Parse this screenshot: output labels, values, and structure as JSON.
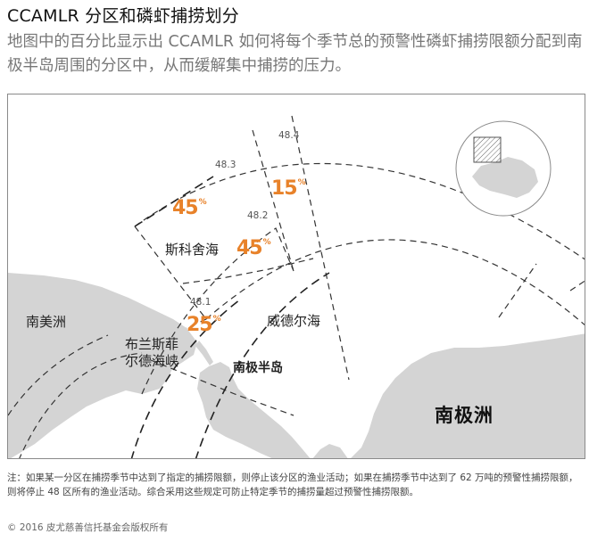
{
  "header": {
    "title": "CCAMLR 分区和磷虾捕捞划分",
    "subtitle": "地图中的百分比显示出 CCAMLR 如何将每个季节总的预警性磷虾捕捞限额分配到南极半岛周围的分区中，从而缓解集中捕捞的压力。"
  },
  "map": {
    "subareas": [
      {
        "id": "48.1",
        "allocation": "25",
        "unit": "%"
      },
      {
        "id": "48.2",
        "allocation": "45",
        "unit": "%"
      },
      {
        "id": "48.3",
        "allocation": "45",
        "unit": "%"
      },
      {
        "id": "48.4",
        "allocation": "15",
        "unit": "%"
      }
    ],
    "places": {
      "south_america": "南美洲",
      "scotia_sea": "斯科舍海",
      "drake_line1": "布兰斯菲",
      "drake_line2": "尔德海峡",
      "weddell_sea": "威德尔海",
      "peninsula": "南极半岛",
      "antarctica": "南极洲"
    },
    "colors": {
      "allocation": "#e8822a",
      "land": "#d4d4d4",
      "water": "#ffffff",
      "boundary": "#333333"
    },
    "inset_icon": "locator-globe-icon"
  },
  "footer": {
    "note": "注：如果某一分区在捕捞季节中达到了指定的捕捞限额，则停止该分区的渔业活动；如果在捕捞季节中达到了 62 万吨的预警性捕捞限额，则将停止 48 区所有的渔业活动。综合采用这些规定可防止特定季节的捕捞量超过预警性捕捞限额。",
    "copyright": "© 2016 皮尤慈善信托基金会版权所有"
  }
}
